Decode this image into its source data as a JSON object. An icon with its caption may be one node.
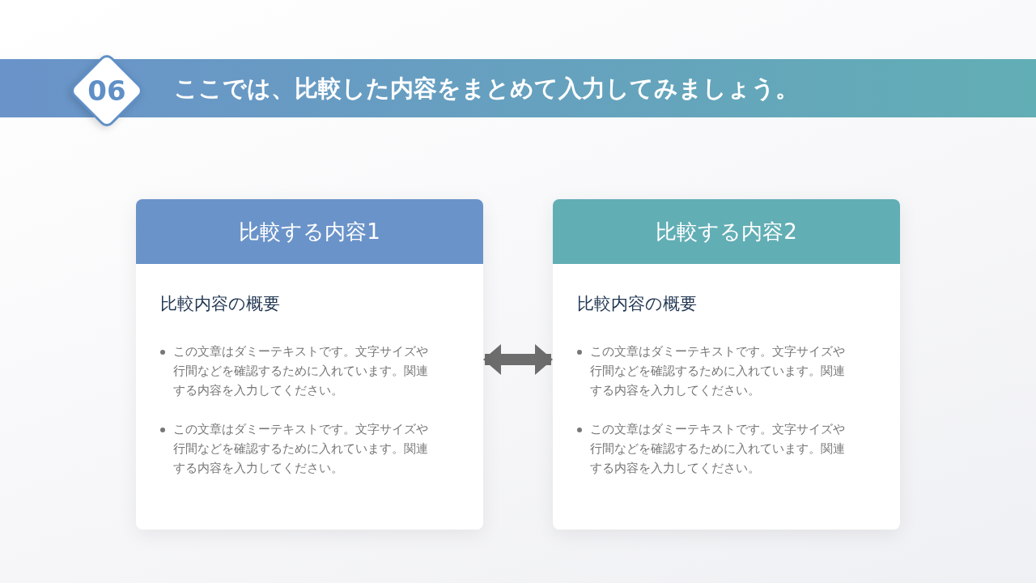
{
  "diagram": {
    "title": "ここでは、比較した内容をまとめて入力してみましょう。",
    "nodes": [
      {
        "text": [
          "06"
        ]
      },
      {
        "text": [
          "比較する内容1",
          "比較内容の概要",
          "この文章はダミーテキストです。文字サイズや行間などを確認するために入れています。関連する内容を入力してください。",
          "この文章はダミーテキストです。文字サイズや行間などを確認するために入れています。関連する内容を入力してください。"
        ]
      },
      {
        "text": [
          "比較する内容2",
          "比較内容の概要",
          "この文章はダミーテキストです。文字サイズや行間などを確認するために入れています。関連する内容を入力してください。",
          "この文章はダミーテキストです。文字サイズや行間などを確認するために入れています。関連する内容を入力してください。"
        ]
      }
    ],
    "edges": [
      {
        "from": 1,
        "to": 2,
        "arrow": "both"
      }
    ]
  }
}
